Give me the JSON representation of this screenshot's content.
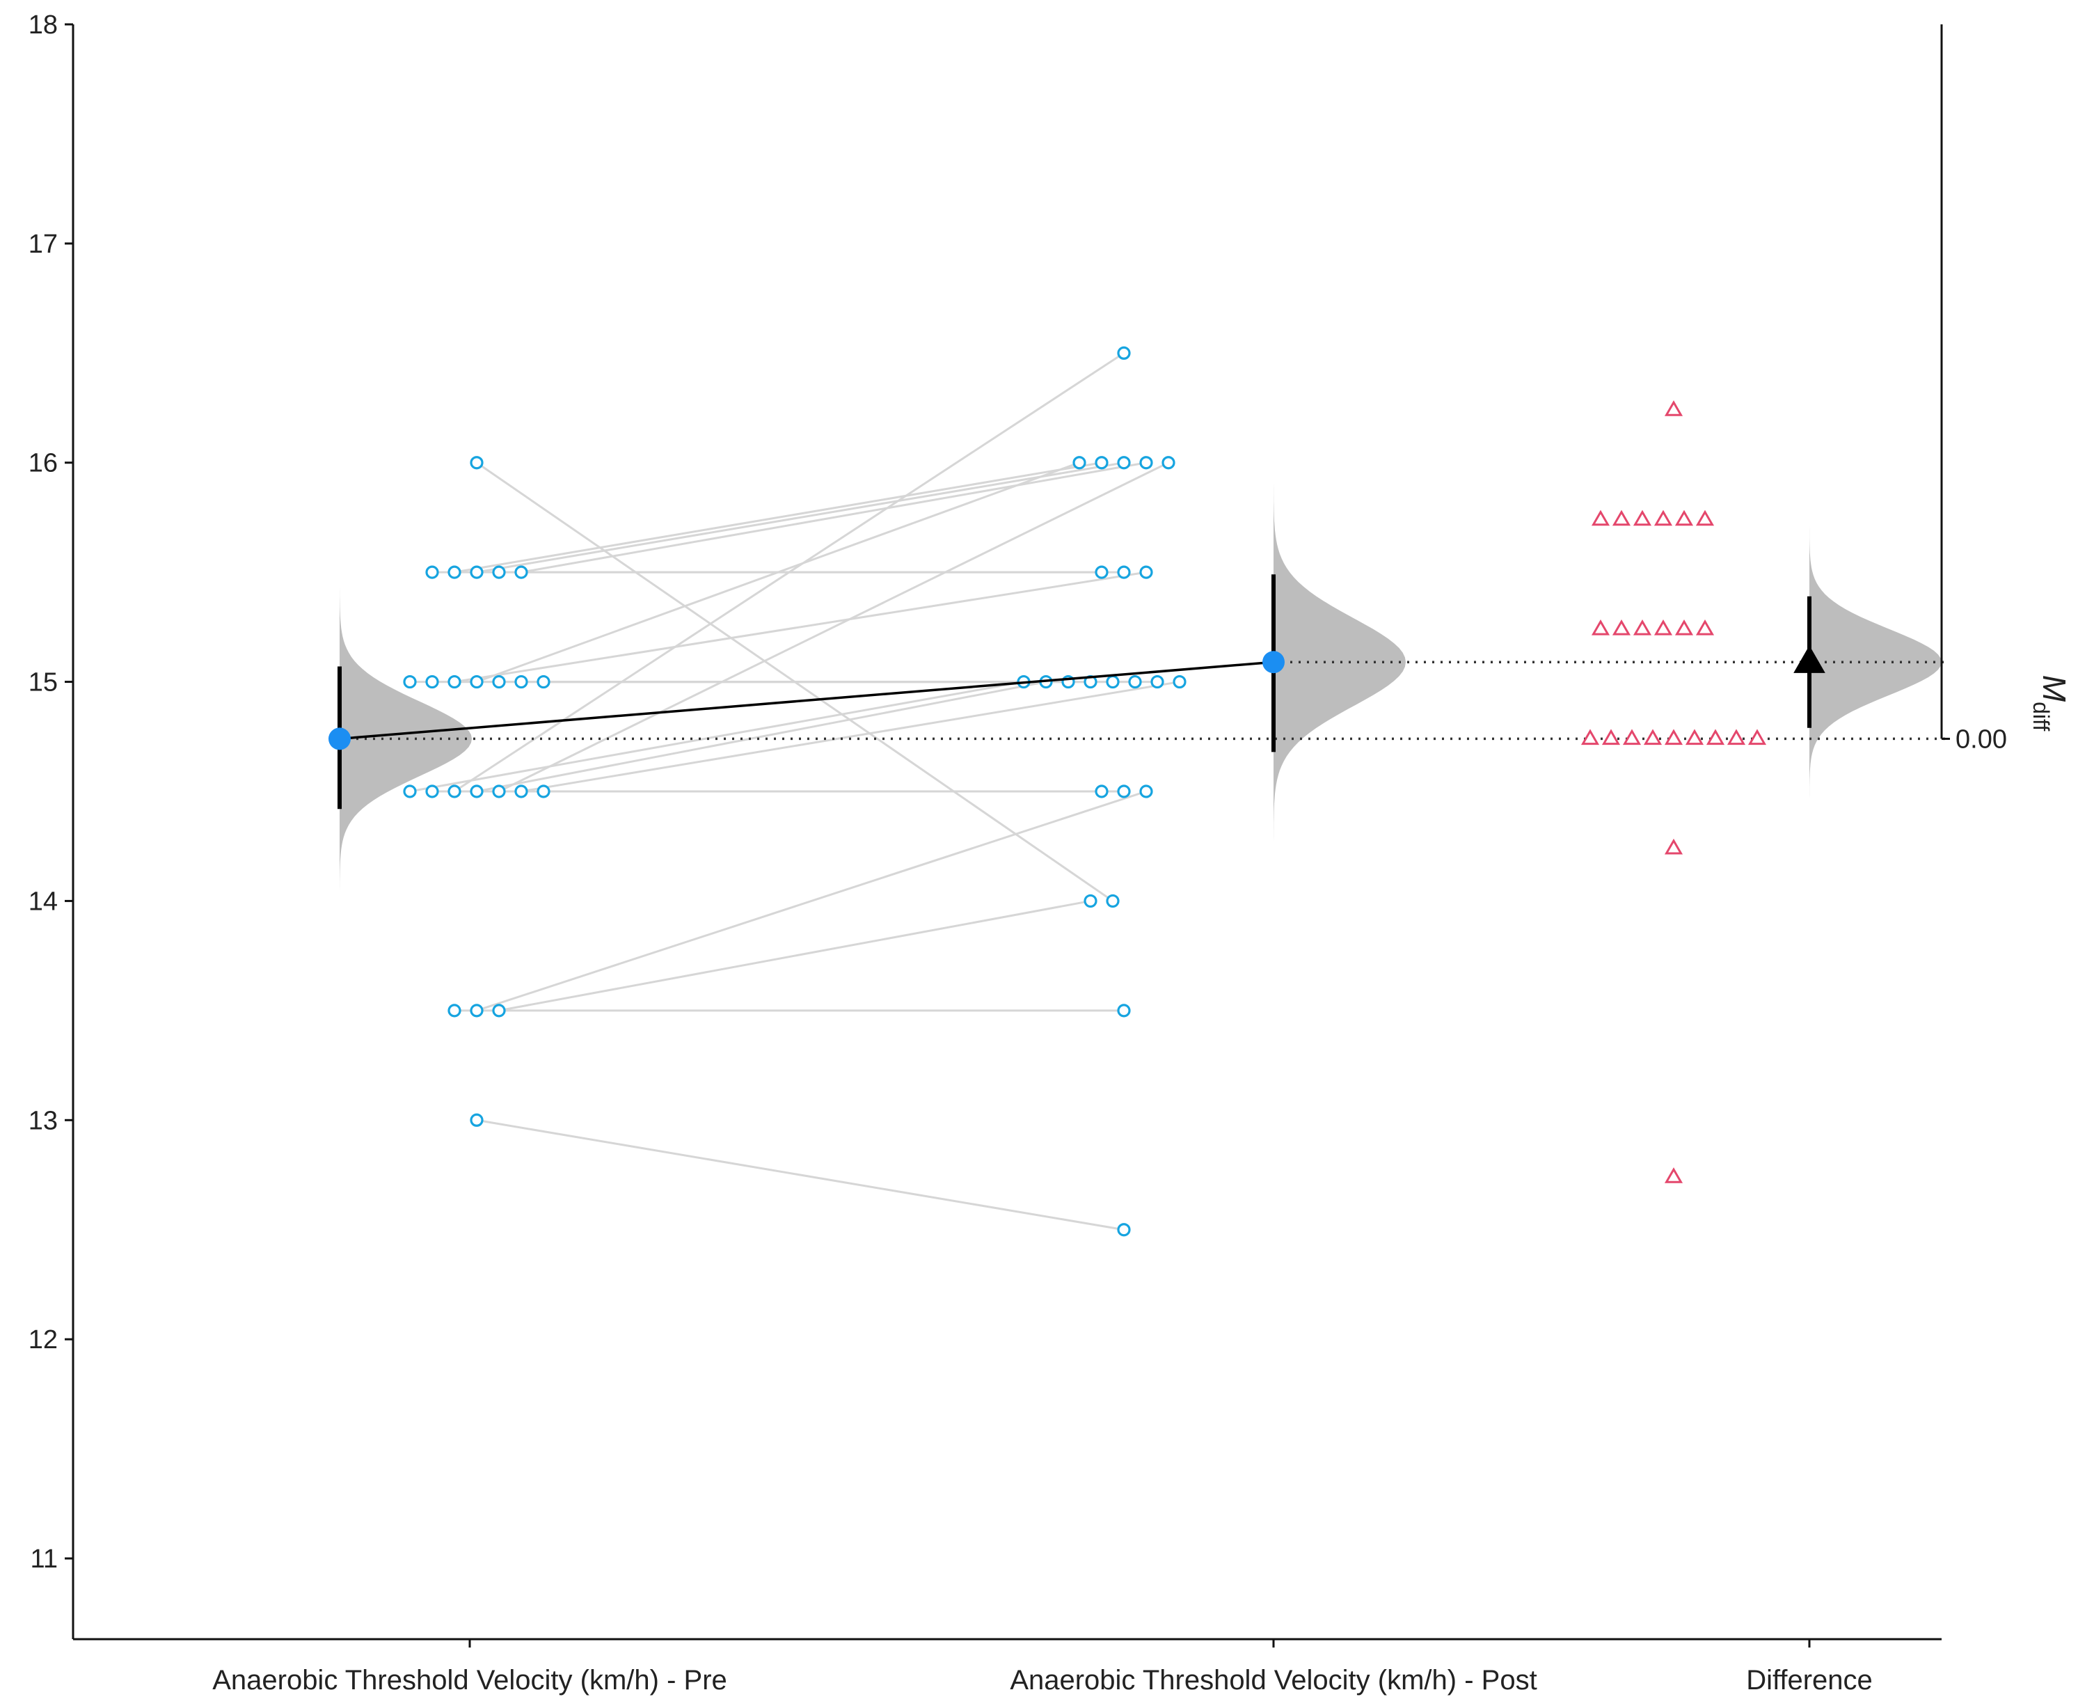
{
  "chart_data": {
    "type": "scatter",
    "subtype": "paired estimation plot (Gardner-Altman style)",
    "categories": [
      "Anaerobic Threshold Velocity (km/h) - Pre",
      "Anaerobic Threshold Velocity (km/h) - Post",
      "Difference"
    ],
    "ylim": [
      10.75,
      18
    ],
    "yticks": [
      11,
      12,
      13,
      14,
      15,
      16,
      17,
      18
    ],
    "right_axis": {
      "label": "M",
      "label_subscript": "diff",
      "zero_tick_label": "0.00",
      "zero_at": 14.74
    },
    "colors": {
      "observations": "#16a4e0",
      "means": "#1b8ef2",
      "differences": "#e4476c",
      "density": "#bdbdbd",
      "pair_lines": "#d6d6d6",
      "ci": "#000000"
    },
    "pairs": [
      {
        "pre": 16.0,
        "post": 14.0
      },
      {
        "pre": 15.5,
        "post": 16.0
      },
      {
        "pre": 15.5,
        "post": 16.0
      },
      {
        "pre": 15.5,
        "post": 15.5
      },
      {
        "pre": 15.5,
        "post": 15.5
      },
      {
        "pre": 15.5,
        "post": 16.0
      },
      {
        "pre": 15.0,
        "post": 16.0
      },
      {
        "pre": 15.0,
        "post": 15.5
      },
      {
        "pre": 15.0,
        "post": 15.0
      },
      {
        "pre": 15.0,
        "post": 15.0
      },
      {
        "pre": 15.0,
        "post": 15.0
      },
      {
        "pre": 15.0,
        "post": 15.0
      },
      {
        "pre": 15.0,
        "post": 15.0
      },
      {
        "pre": 14.5,
        "post": 15.0
      },
      {
        "pre": 14.5,
        "post": 16.5
      },
      {
        "pre": 14.5,
        "post": 16.0
      },
      {
        "pre": 14.5,
        "post": 14.5
      },
      {
        "pre": 14.5,
        "post": 15.0
      },
      {
        "pre": 14.5,
        "post": 15.0
      },
      {
        "pre": 14.5,
        "post": 14.5
      },
      {
        "pre": 13.5,
        "post": 14.5
      },
      {
        "pre": 13.5,
        "post": 13.5
      },
      {
        "pre": 13.5,
        "post": 14.0
      },
      {
        "pre": 13.0,
        "post": 12.5
      }
    ],
    "means": {
      "pre": {
        "mean": 14.74,
        "ci": [
          14.42,
          15.07
        ]
      },
      "post": {
        "mean": 15.09,
        "ci": [
          14.68,
          15.49
        ]
      }
    },
    "differences": [
      {
        "value": 16.24,
        "count": 1
      },
      {
        "value": 15.74,
        "count": 6
      },
      {
        "value": 15.24,
        "count": 6
      },
      {
        "value": 14.74,
        "count": 9
      },
      {
        "value": 14.24,
        "count": 1
      },
      {
        "value": 12.74,
        "count": 1
      }
    ],
    "mean_difference": {
      "mean": 15.09,
      "ci": [
        14.79,
        15.39
      ]
    },
    "grid": false,
    "legend": "none"
  }
}
